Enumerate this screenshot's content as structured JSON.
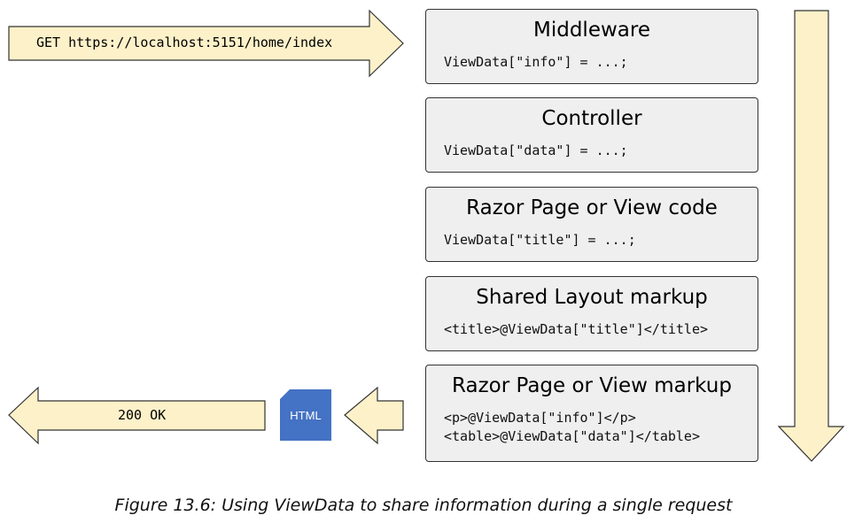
{
  "request_arrow": {
    "text": "GET https://localhost:5151/home/index"
  },
  "response_arrow": {
    "text": "200 OK"
  },
  "html_doc": {
    "label": "HTML"
  },
  "boxes": [
    {
      "title": "Middleware",
      "code": [
        "ViewData[\"info\"] = ...;"
      ]
    },
    {
      "title": "Controller",
      "code": [
        "ViewData[\"data\"] = ...;"
      ]
    },
    {
      "title": "Razor Page or View code",
      "code": [
        "ViewData[\"title\"] = ...;"
      ]
    },
    {
      "title": "Shared Layout markup",
      "code": [
        "<title>@ViewData[\"title\"]</title>"
      ]
    },
    {
      "title": "Razor Page or View markup",
      "code": [
        "<p>@ViewData[\"info\"]</p>",
        "<table>@ViewData[\"data\"]</table>"
      ]
    }
  ],
  "caption": "Figure 13.6: Using ViewData to share information during a single request",
  "colors": {
    "arrow_fill": "#fdf1c9",
    "arrow_stroke": "#333333",
    "box_fill": "#efefef",
    "html_doc": "#4472c4"
  }
}
